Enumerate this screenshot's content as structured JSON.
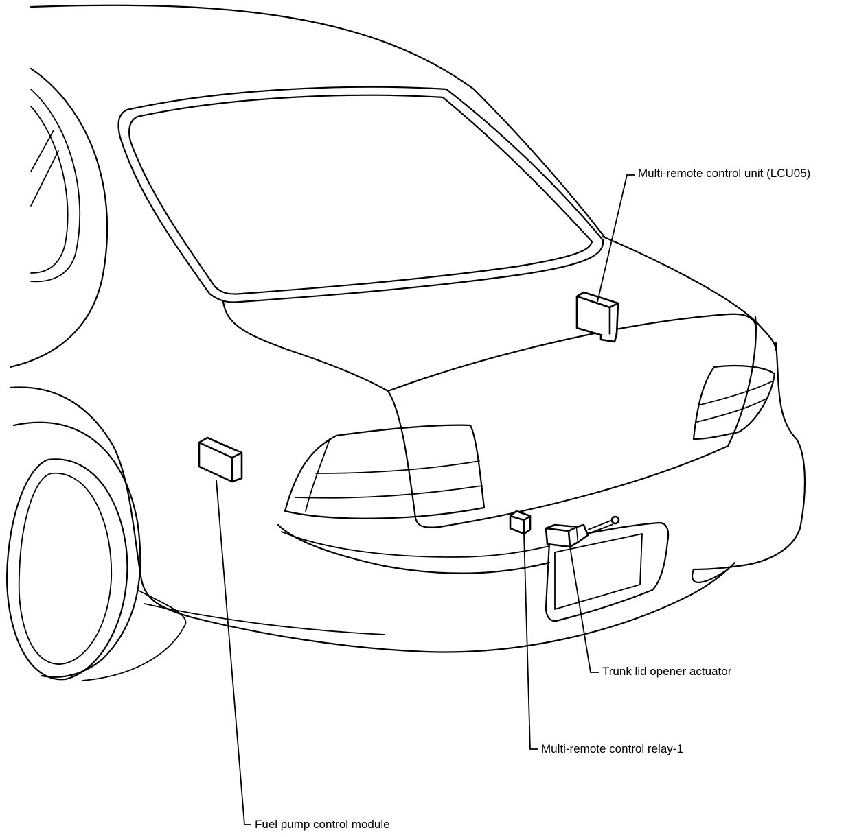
{
  "callouts": {
    "control_unit": "Multi-remote control unit (LCU05)",
    "trunk_actuator": "Trunk lid opener actuator",
    "relay": "Multi-remote control relay-1",
    "fuel_pump": "Fuel pump control module"
  }
}
